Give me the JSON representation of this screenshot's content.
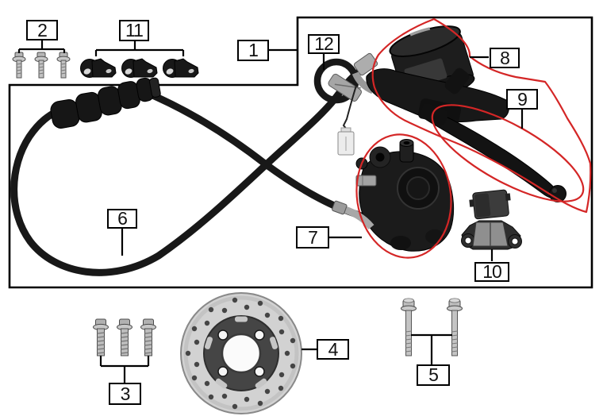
{
  "figure": {
    "callouts": {
      "c1": "1",
      "c2": "2",
      "c3": "3",
      "c4": "4",
      "c5": "5",
      "c6": "6",
      "c7": "7",
      "c8": "8",
      "c9": "9",
      "c10": "10",
      "c11": "11",
      "c12": "12"
    },
    "colors": {
      "highlight_red": "#d42626",
      "line_black": "#000000",
      "background": "#ffffff"
    }
  }
}
